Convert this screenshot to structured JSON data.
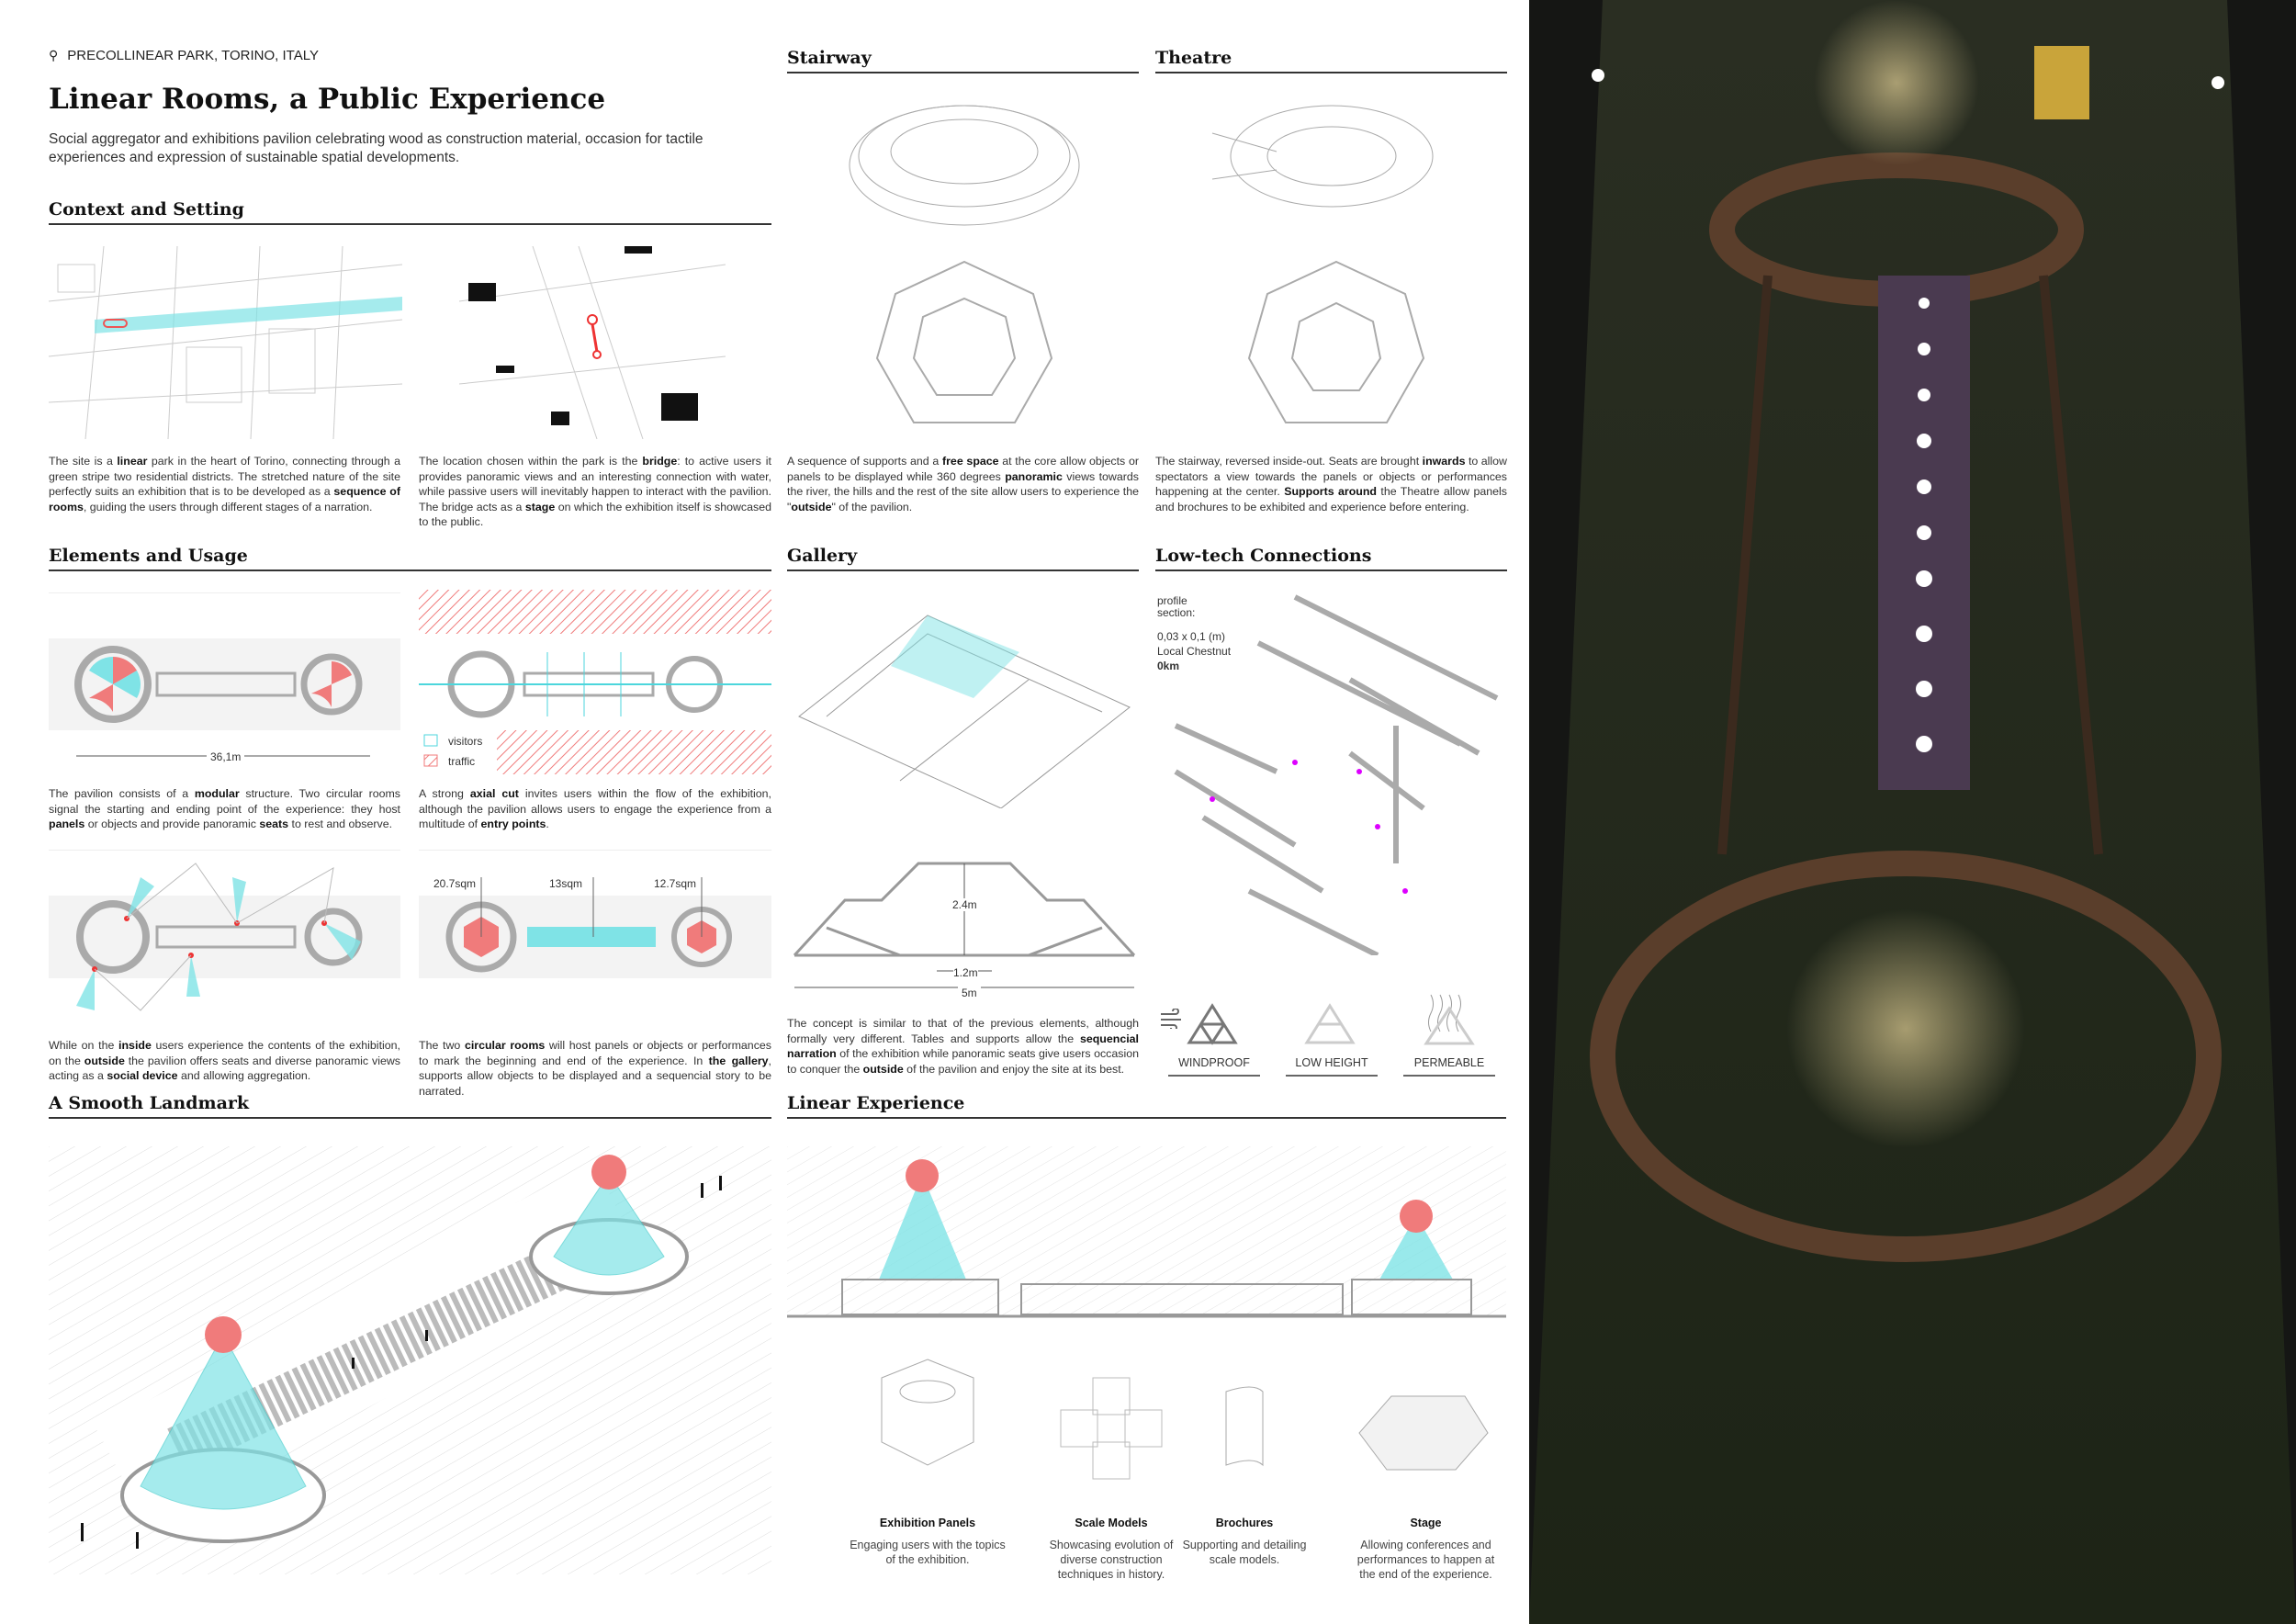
{
  "header": {
    "location": "PRECOLLINEAR PARK, TORINO, ITALY",
    "title": "Linear Rooms, a Public Experience",
    "subtitle": "Social aggregator and exhibitions pavilion celebrating wood as construction material, occasion for tactile experiences and expression of sustainable spatial developments."
  },
  "sections": {
    "context": "Context and Setting",
    "stairway": "Stairway",
    "theatre": "Theatre",
    "elements": "Elements and Usage",
    "gallery": "Gallery",
    "lowtech": "Low-tech Connections",
    "landmark": "A Smooth Landmark",
    "linear": "Linear Experience"
  },
  "texts": {
    "context1": [
      {
        "t": "The site is a "
      },
      {
        "t": "linear",
        "b": true
      },
      {
        "t": " park in the heart of Torino, connecting through a green stripe two residential districts. The stretched nature of the site perfectly suits an exhibition that is to be developed as a "
      },
      {
        "t": "sequence of rooms",
        "b": true
      },
      {
        "t": ", guiding the users through different stages of a narration."
      }
    ],
    "context2": [
      {
        "t": "The location chosen within the park is the "
      },
      {
        "t": "bridge",
        "b": true
      },
      {
        "t": ": to active users it provides panoramic views and an interesting connection with water, while passive users will inevitably happen to interact with the pavilion. The bridge acts as a "
      },
      {
        "t": "stage",
        "b": true
      },
      {
        "t": " on which the exhibition itself is showcased to the public."
      }
    ],
    "stairway": [
      {
        "t": "A sequence of supports and a "
      },
      {
        "t": "free space",
        "b": true
      },
      {
        "t": " at the core allow objects or panels to be displayed while 360 degrees "
      },
      {
        "t": "panoramic",
        "b": true
      },
      {
        "t": " views towards the river, the hills and the rest of the site allow users to experience the \""
      },
      {
        "t": "outside",
        "b": true
      },
      {
        "t": "\" of the pavilion."
      }
    ],
    "theatre": [
      {
        "t": "The stairway, reversed inside-out. Seats are brought "
      },
      {
        "t": "inwards",
        "b": true
      },
      {
        "t": " to allow spectators a view towards the panels or objects or performances happening at the center.  "
      },
      {
        "t": "Supports around",
        "b": true
      },
      {
        "t": " the Theatre allow panels and brochures to be exhibited and experience before entering."
      }
    ],
    "elements1": [
      {
        "t": "The pavilion consists of a "
      },
      {
        "t": "modular",
        "b": true
      },
      {
        "t": " structure.  Two circular rooms signal the starting and ending point of the experience: they host "
      },
      {
        "t": "panels",
        "b": true
      },
      {
        "t": " or objects and provide panoramic "
      },
      {
        "t": "seats",
        "b": true
      },
      {
        "t": " to rest and observe."
      }
    ],
    "elements2": [
      {
        "t": "A strong "
      },
      {
        "t": "axial cut",
        "b": true
      },
      {
        "t": " invites users within the flow of the exhibition, although the pavilion allows users to engage the experience from a multitude of "
      },
      {
        "t": "entry points",
        "b": true
      },
      {
        "t": "."
      }
    ],
    "elements3": [
      {
        "t": "While on the "
      },
      {
        "t": "inside",
        "b": true
      },
      {
        "t": " users experience the contents of the exhibition, on the "
      },
      {
        "t": "outside",
        "b": true
      },
      {
        "t": " the pavilion offers seats and diverse panoramic views acting as a "
      },
      {
        "t": "social device",
        "b": true
      },
      {
        "t": " and allowing aggregation."
      }
    ],
    "elements4": [
      {
        "t": "The two "
      },
      {
        "t": "circular rooms",
        "b": true
      },
      {
        "t": " will host panels or objects or performances to mark the beginning and end of the experience. In "
      },
      {
        "t": "the gallery",
        "b": true
      },
      {
        "t": ", supports allow objects to be displayed and a sequencial story to be narrated."
      }
    ],
    "gallery": [
      {
        "t": "The concept is similar to that of the previous elements, although formally very different. Tables and supports allow the "
      },
      {
        "t": "sequencial narration",
        "b": true
      },
      {
        "t": " of the exhibition while panoramic seats give users occasion to conquer the "
      },
      {
        "t": "outside",
        "b": true
      },
      {
        "t": " of the pavilion and enjoy the site at its best."
      }
    ]
  },
  "labels": {
    "length": "36,1m",
    "visitors": "visitors",
    "traffic": "traffic",
    "area1": "20.7sqm",
    "area2": "13sqm",
    "area3": "12.7sqm",
    "height": "2.4m",
    "width1": "1.2m",
    "width2": "5m",
    "profile": "profile section:",
    "profile_dim": "0,03 x 0,1 (m)",
    "profile_wood": "Local Chestnut",
    "profile_km": "0km"
  },
  "lowtech": [
    "WINDPROOF",
    "LOW HEIGHT",
    "PERMEABLE"
  ],
  "items": [
    {
      "title": "Exhibition Panels",
      "desc": "Engaging users with the topics of the exhibition."
    },
    {
      "title": "Scale Models",
      "desc": "Showcasing evolution of diverse construction techniques in history."
    },
    {
      "title": "Brochures",
      "desc": "Supporting and detailing scale models."
    },
    {
      "title": "Stage",
      "desc": "Allowing conferences and performances to happen at the end of the experience."
    }
  ],
  "colors": {
    "cyan": "#7fe3e6",
    "red": "#f07b7b",
    "wood": "#5a3e2b",
    "night": "#1f2418"
  }
}
